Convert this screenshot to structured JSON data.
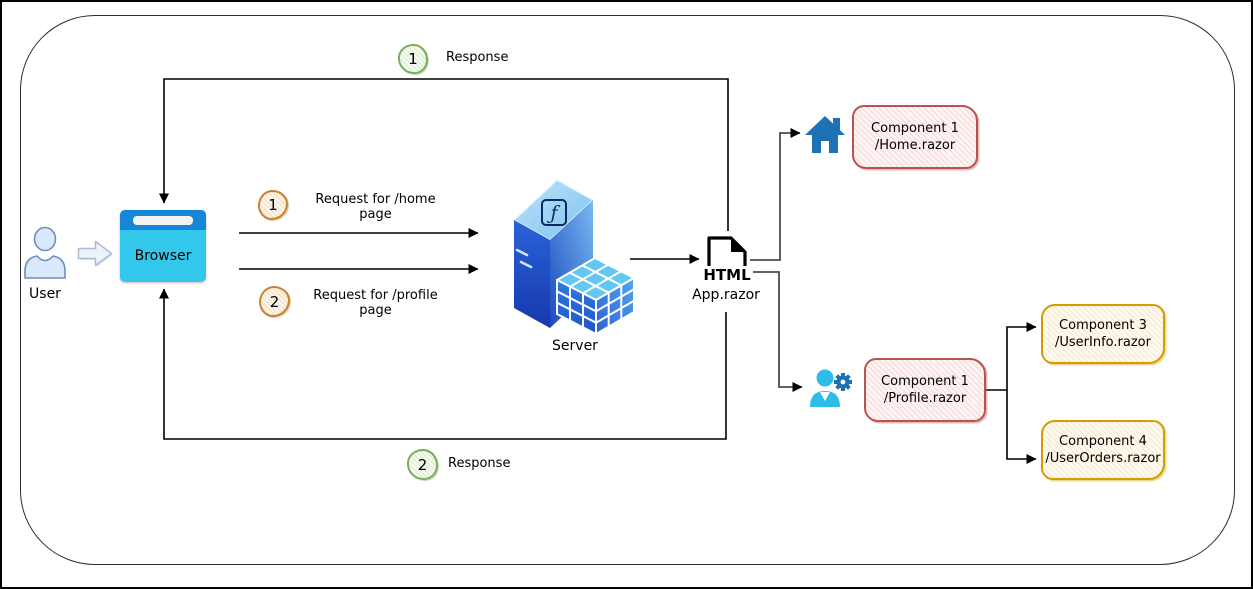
{
  "diagram": {
    "user_label": "User",
    "browser_label": "Browser",
    "server_label": "Server",
    "app": {
      "icon_text": "HTML",
      "label": "App.razor",
      "logo_glyph": "ƒ"
    },
    "requests": [
      {
        "num": "1",
        "line1": "Request for /home",
        "line2": "page"
      },
      {
        "num": "2",
        "line1": "Request for /profile",
        "line2": "page"
      }
    ],
    "responses": [
      {
        "num": "1",
        "label": "Response"
      },
      {
        "num": "2",
        "label": "Response"
      }
    ],
    "components": {
      "home": {
        "line1": "Component 1",
        "line2": "/Home.razor"
      },
      "profile": {
        "line1": "Component 1",
        "line2": "/Profile.razor"
      },
      "userinfo": {
        "line1": "Component 3",
        "line2": "/UserInfo.razor"
      },
      "userorders": {
        "line1": "Component 4",
        "line2": "/UserOrders.razor"
      }
    },
    "colors": {
      "browser_titlebar": "#1487d8",
      "browser_body": "#33c7ec",
      "server_dark_blue": "#1a3fb5",
      "server_light_blue": "#6fb5f0",
      "icon_blue": "#1e70b7",
      "person_cyan": "#2ebce8",
      "box_red_border": "#b85450",
      "box_orange_border": "#d79b00",
      "badge_orange_border": "#c8822f",
      "badge_green_border": "#7cab62",
      "user_icon_fill": "#dae8fc",
      "user_icon_stroke": "#6c8ebf"
    }
  }
}
